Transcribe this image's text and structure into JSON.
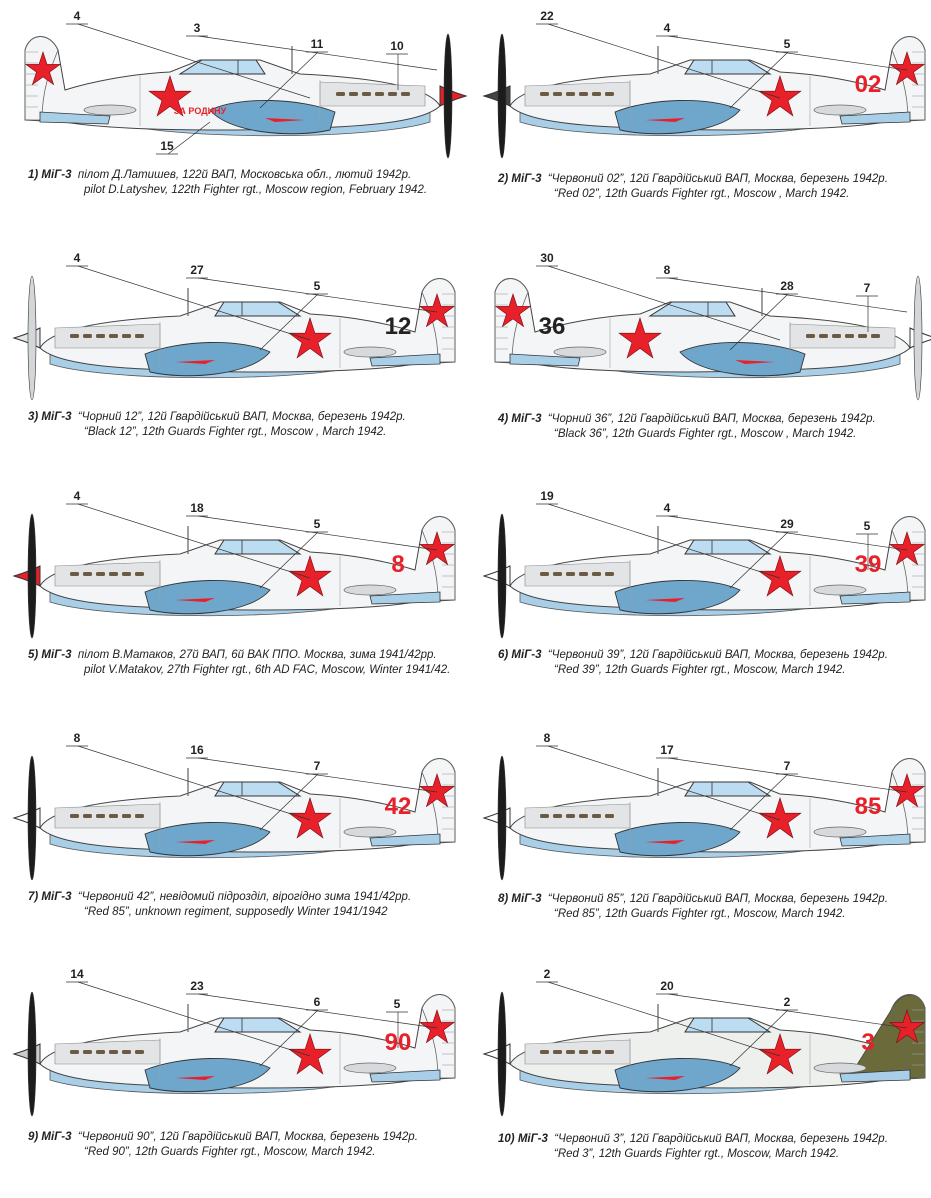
{
  "profiles": [
    {
      "caption_num": "1) МіГ-3",
      "caption_ua": "пілот Д.Латишев, 122й ВАП, Московська обл., лютий 1942р.",
      "caption_en": "pilot D.Latyshev, 122th Fighter rgt., Moscow region, February 1942.",
      "tail_mark": "",
      "slogan": "ЗА РОДИНУ",
      "callouts": [
        "4",
        "3",
        "11",
        "10",
        "15"
      ],
      "spinner_color": "#e8202a",
      "propeller": "black",
      "facing": "right",
      "camo": "white",
      "tail_mark_color": "#e8202a"
    },
    {
      "caption_num": "2) МіГ-3",
      "caption_ua": "“Червоний 02”, 12й Гвардійський ВАП, Москва, березень 1942р.",
      "caption_en": "“Red 02”, 12th Guards Fighter rgt., Moscow , March 1942.",
      "tail_mark": "02",
      "slogan": "",
      "callouts": [
        "22",
        "4",
        "5"
      ],
      "spinner_color": "#444444",
      "propeller": "black",
      "facing": "left",
      "camo": "white",
      "tail_mark_color": "#e8202a"
    },
    {
      "caption_num": "3) МіГ-3",
      "caption_ua": "“Чорний 12”, 12й Гвардійський ВАП, Москва, березень 1942р.",
      "caption_en": "“Black 12”, 12th Guards Fighter rgt., Moscow , March 1942.",
      "tail_mark": "12",
      "slogan": "",
      "callouts": [
        "4",
        "27",
        "5"
      ],
      "spinner_color": "#e6e6e6",
      "propeller": "light",
      "facing": "left",
      "camo": "white",
      "tail_mark_color": "#222222"
    },
    {
      "caption_num": "4) МіГ-3",
      "caption_ua": "“Чорний 36”, 12й Гвардійський ВАП, Москва, березень 1942р.",
      "caption_en": "“Black 36”, 12th Guards Fighter rgt., Moscow , March 1942.",
      "tail_mark": "36",
      "slogan": "",
      "callouts": [
        "30",
        "8",
        "28",
        "7"
      ],
      "spinner_color": "#ffffff",
      "propeller": "light",
      "facing": "right",
      "camo": "white",
      "tail_mark_color": "#222222"
    },
    {
      "caption_num": "5) МіГ-3",
      "caption_ua": "пілот В.Матаков, 27й ВАП, 6й ВАК ППО. Москва, зима 1941/42рр.",
      "caption_en": "pilot V.Matakov, 27th Fighter rgt., 6th AD FAC, Moscow, Winter 1941/42.",
      "tail_mark": "8",
      "slogan": "",
      "callouts": [
        "4",
        "18",
        "5"
      ],
      "spinner_color": "#e8202a",
      "propeller": "black",
      "facing": "left",
      "camo": "white",
      "tail_mark_color": "#e8202a"
    },
    {
      "caption_num": "6) МіГ-3",
      "caption_ua": "“Червоний 39”, 12й Гвардійський ВАП, Москва, березень 1942р.",
      "caption_en": "“Red 39”, 12th Guards Fighter rgt., Moscow, March 1942.",
      "tail_mark": "39",
      "slogan": "",
      "callouts": [
        "19",
        "4",
        "29",
        "5"
      ],
      "spinner_color": "#ffffff",
      "propeller": "black",
      "facing": "left",
      "camo": "white",
      "tail_mark_color": "#e8202a"
    },
    {
      "caption_num": "7) МіГ-3",
      "caption_ua": "“Червоний 42”, невідомий підрозділ, вірогідно зима 1941/42рр.",
      "caption_en": "“Red 85”, unknown regiment, supposedly Winter 1941/1942",
      "tail_mark": "42",
      "slogan": "",
      "callouts": [
        "8",
        "16",
        "7"
      ],
      "spinner_color": "#ffffff",
      "propeller": "black",
      "facing": "left",
      "camo": "white",
      "tail_mark_color": "#e8202a"
    },
    {
      "caption_num": "8) МіГ-3",
      "caption_ua": "“Червоний 85”, 12й Гвардійський ВАП, Москва, березень 1942р.",
      "caption_en": "“Red 85”, 12th Guards Fighter rgt., Moscow, March 1942.",
      "tail_mark": "85",
      "slogan": "",
      "callouts": [
        "8",
        "17",
        "7"
      ],
      "spinner_color": "#ffffff",
      "propeller": "black",
      "facing": "left",
      "camo": "white",
      "tail_mark_color": "#e8202a"
    },
    {
      "caption_num": "9) МіГ-3",
      "caption_ua": "“Червоний 90”, 12й Гвардійський ВАП, Москва, березень 1942р.",
      "caption_en": "“Red 90”, 12th Guards Fighter rgt., Moscow, March 1942.",
      "tail_mark": "90",
      "slogan": "",
      "callouts": [
        "14",
        "23",
        "6",
        "5"
      ],
      "spinner_color": "#cccccc",
      "propeller": "black",
      "facing": "left",
      "camo": "white",
      "tail_mark_color": "#e8202a"
    },
    {
      "caption_num": "10) МіГ-3",
      "caption_ua": "“Червоний 3”, 12й Гвардійський ВАП, Москва, березень 1942р.",
      "caption_en": "“Red 3”, 12th Guards Fighter rgt., Moscow, March 1942.",
      "tail_mark": "3",
      "slogan": "",
      "callouts": [
        "2",
        "20",
        "2"
      ],
      "spinner_color": "#ffffff",
      "propeller": "black",
      "facing": "left",
      "camo": "whitewash-green-tail",
      "tail_mark_color": "#e8202a"
    }
  ],
  "colors": {
    "white_upper": "#f4f5f6",
    "light_blue_lower": "#a9cfe8",
    "mid_blue": "#6fa7cc",
    "red_star": "#e8202a",
    "olive_green": "#6b6a3a",
    "panel_line": "#9aa0a6"
  }
}
